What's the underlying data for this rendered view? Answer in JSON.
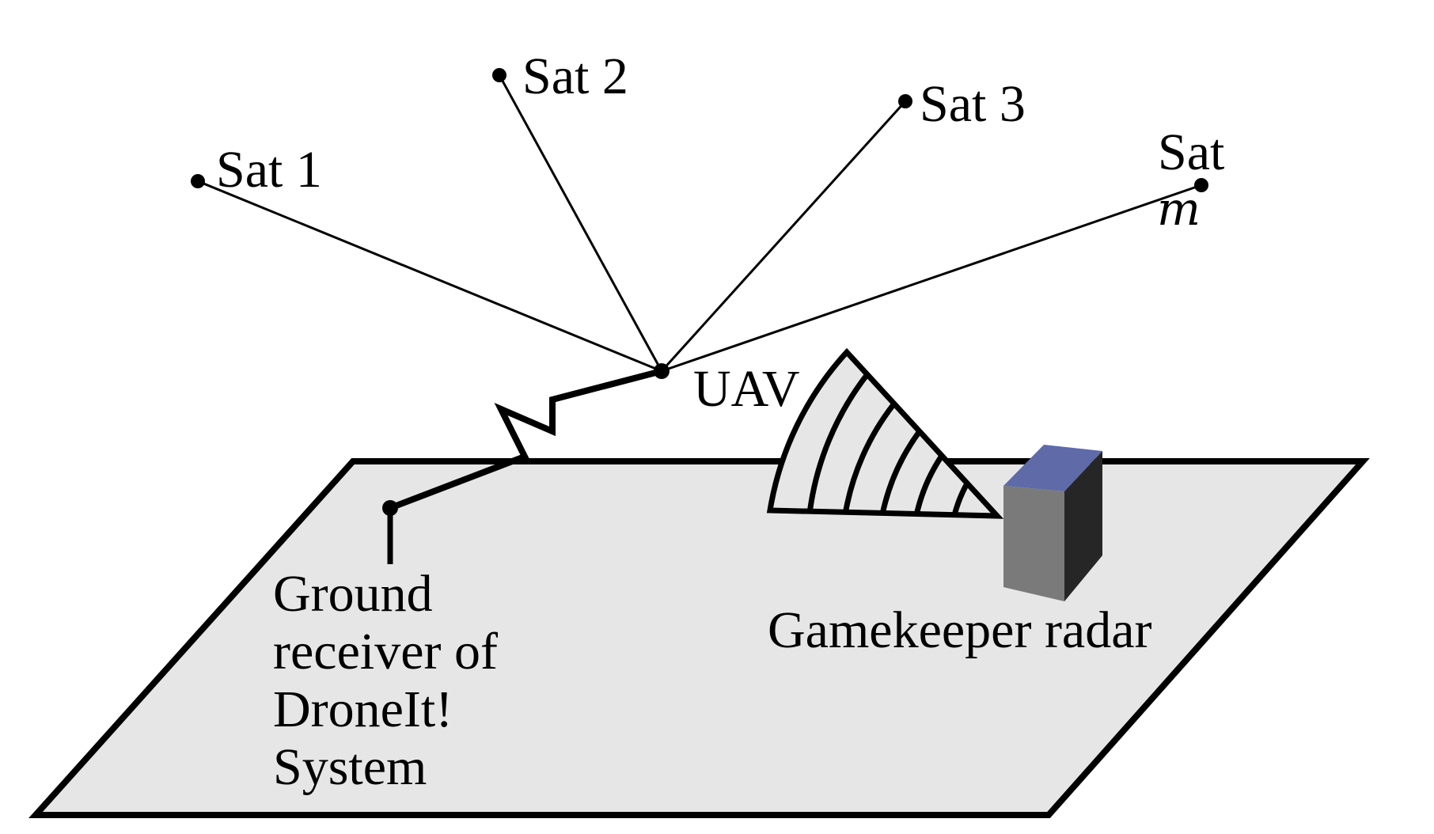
{
  "satellites": [
    {
      "id": "sat1",
      "label": "Sat 1"
    },
    {
      "id": "sat2",
      "label": "Sat 2"
    },
    {
      "id": "sat3",
      "label": "Sat 3"
    },
    {
      "id": "satm",
      "label": "Sat",
      "sublabel": "m"
    }
  ],
  "uav": {
    "label": "UAV"
  },
  "ground_receiver": {
    "label_lines": [
      "Ground",
      "receiver of",
      "DroneIt!",
      "System"
    ]
  },
  "radar": {
    "label": "Gamekeeper radar",
    "colors": {
      "top": "#5f6aa8",
      "front": "#7a7a7a",
      "side": "#262626"
    }
  },
  "colors": {
    "ground_plane": "#e6e6e6",
    "stroke": "#000000"
  }
}
